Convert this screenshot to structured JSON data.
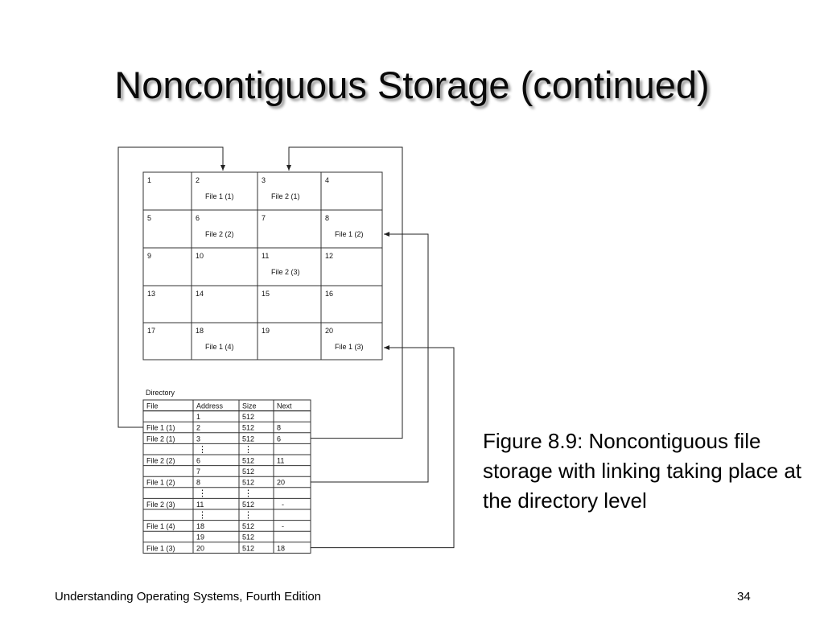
{
  "slide": {
    "title": "Noncontiguous Storage (continued)",
    "caption": "Figure 8.9: Noncontiguous file storage with linking taking place at the directory level",
    "footer": "Understanding Operating Systems, Fourth Edition",
    "page_number": "34"
  },
  "storage_grid": {
    "cells": [
      {
        "num": "1",
        "file": ""
      },
      {
        "num": "2",
        "file": "File 1 (1)"
      },
      {
        "num": "3",
        "file": "File 2 (1)"
      },
      {
        "num": "4",
        "file": ""
      },
      {
        "num": "5",
        "file": ""
      },
      {
        "num": "6",
        "file": "File 2 (2)"
      },
      {
        "num": "7",
        "file": ""
      },
      {
        "num": "8",
        "file": "File 1 (2)"
      },
      {
        "num": "9",
        "file": ""
      },
      {
        "num": "10",
        "file": ""
      },
      {
        "num": "11",
        "file": "File 2 (3)"
      },
      {
        "num": "12",
        "file": ""
      },
      {
        "num": "13",
        "file": ""
      },
      {
        "num": "14",
        "file": ""
      },
      {
        "num": "15",
        "file": ""
      },
      {
        "num": "16",
        "file": ""
      },
      {
        "num": "17",
        "file": ""
      },
      {
        "num": "18",
        "file": "File 1 (4)"
      },
      {
        "num": "19",
        "file": ""
      },
      {
        "num": "20",
        "file": "File 1 (3)"
      }
    ]
  },
  "directory": {
    "label": "Directory",
    "headers": [
      "File",
      "Address",
      "Size",
      "Next"
    ],
    "rows": [
      {
        "file": "",
        "address": "1",
        "size": "512",
        "next": "",
        "ellipsis": false
      },
      {
        "file": "File 1 (1)",
        "address": "2",
        "size": "512",
        "next": "8",
        "ellipsis": false
      },
      {
        "file": "File 2 (1)",
        "address": "3",
        "size": "512",
        "next": "6",
        "ellipsis": false
      },
      {
        "file": "",
        "address": "⋮",
        "size": "⋮",
        "next": "",
        "ellipsis": true
      },
      {
        "file": "File 2 (2)",
        "address": "6",
        "size": "512",
        "next": "11",
        "ellipsis": false
      },
      {
        "file": "",
        "address": "7",
        "size": "512",
        "next": "",
        "ellipsis": false
      },
      {
        "file": "File 1 (2)",
        "address": "8",
        "size": "512",
        "next": "20",
        "ellipsis": false
      },
      {
        "file": "",
        "address": "⋮",
        "size": "⋮",
        "next": "",
        "ellipsis": true
      },
      {
        "file": "File 2 (3)",
        "address": "11",
        "size": "512",
        "next": "-",
        "ellipsis": false
      },
      {
        "file": "",
        "address": "⋮",
        "size": "⋮",
        "next": "",
        "ellipsis": true
      },
      {
        "file": "File 1 (4)",
        "address": "18",
        "size": "512",
        "next": "-",
        "ellipsis": false
      },
      {
        "file": "",
        "address": "19",
        "size": "512",
        "next": "",
        "ellipsis": false
      },
      {
        "file": "File 1 (3)",
        "address": "20",
        "size": "512",
        "next": "18",
        "ellipsis": false
      }
    ]
  },
  "links": [
    {
      "from_row": 1,
      "to_cell": 2
    },
    {
      "from_row": 2,
      "to_cell": 3
    },
    {
      "from_row": 6,
      "to_cell": 8
    },
    {
      "from_row": 12,
      "to_cell": 20
    }
  ]
}
